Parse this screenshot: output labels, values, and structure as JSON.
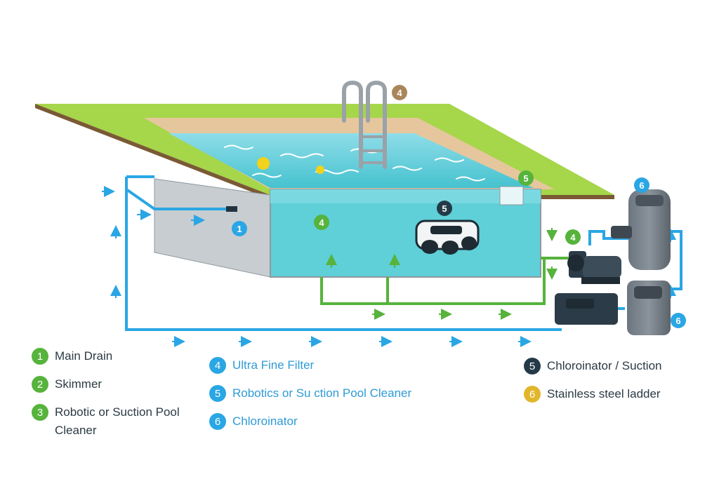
{
  "colors": {
    "green": "#56b33c",
    "blue": "#2aa6e4",
    "navy": "#243a48",
    "gold": "#e1b62b",
    "brown": "#a9865a"
  },
  "markers": [
    {
      "text": "4",
      "color": "#a9865a"
    },
    {
      "text": "5",
      "color": "#56b33c"
    },
    {
      "text": "6",
      "color": "#2aa6e4"
    },
    {
      "text": "1",
      "color": "#2aa6e4"
    },
    {
      "text": "4",
      "color": "#56b33c"
    },
    {
      "text": "5",
      "color": "#243a48"
    },
    {
      "text": "4",
      "color": "#56b33c"
    },
    {
      "text": "6",
      "color": "#2aa6e4"
    }
  ],
  "legend": [
    {
      "num": "1",
      "label": "Main Drain",
      "color": "#56b33c"
    },
    {
      "num": "2",
      "label": "Skimmer",
      "color": "#56b33c"
    },
    {
      "num": "3",
      "label": "Robotic or Suction Pool\nCleaner",
      "color": "#56b33c"
    },
    {
      "num": "4",
      "label": "Ultra Fine Filter",
      "color": "#2aa6e4"
    },
    {
      "num": "5",
      "label": "Robotics or Su ction Pool Cleaner",
      "color": "#2aa6e4"
    },
    {
      "num": "6",
      "label": "Chloroinator",
      "color": "#2aa6e4"
    },
    {
      "num": "5",
      "label": "Chloroinator / Suction",
      "color": "#243a48"
    },
    {
      "num": "6",
      "label": "Stainless steel ladder",
      "color": "#e1b62b"
    }
  ]
}
